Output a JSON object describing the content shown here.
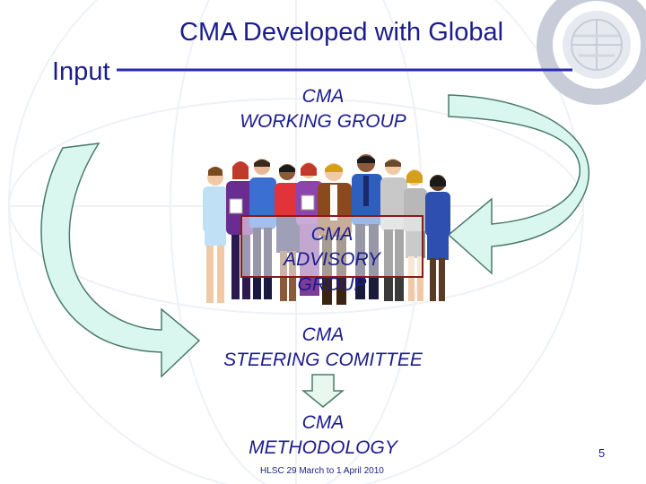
{
  "slide": {
    "title_line1": "CMA Developed with Global",
    "title_line2": "Input",
    "working_group": [
      "CMA",
      "WORKING GROUP"
    ],
    "advisory_group": [
      "CMA",
      "ADVISORY",
      "GROUP"
    ],
    "steering_committee": [
      "CMA",
      "STEERING COMITTEE"
    ],
    "methodology": [
      "CMA",
      "METHODOLOGY"
    ],
    "footer": "HLSC 29 March to 1 April 2010",
    "page_number": "5"
  },
  "colors": {
    "text": "#1c1c8c",
    "rule": "#2a2ab8",
    "arrow_fill": "#d9f7ee",
    "arrow_stroke": "#4a7a6a",
    "box_border": "#8b1a1a",
    "down_arrow_fill": "#e8f8ee"
  },
  "icons": {
    "logo": "icao-emblem",
    "people": "group-of-people-clipart"
  }
}
